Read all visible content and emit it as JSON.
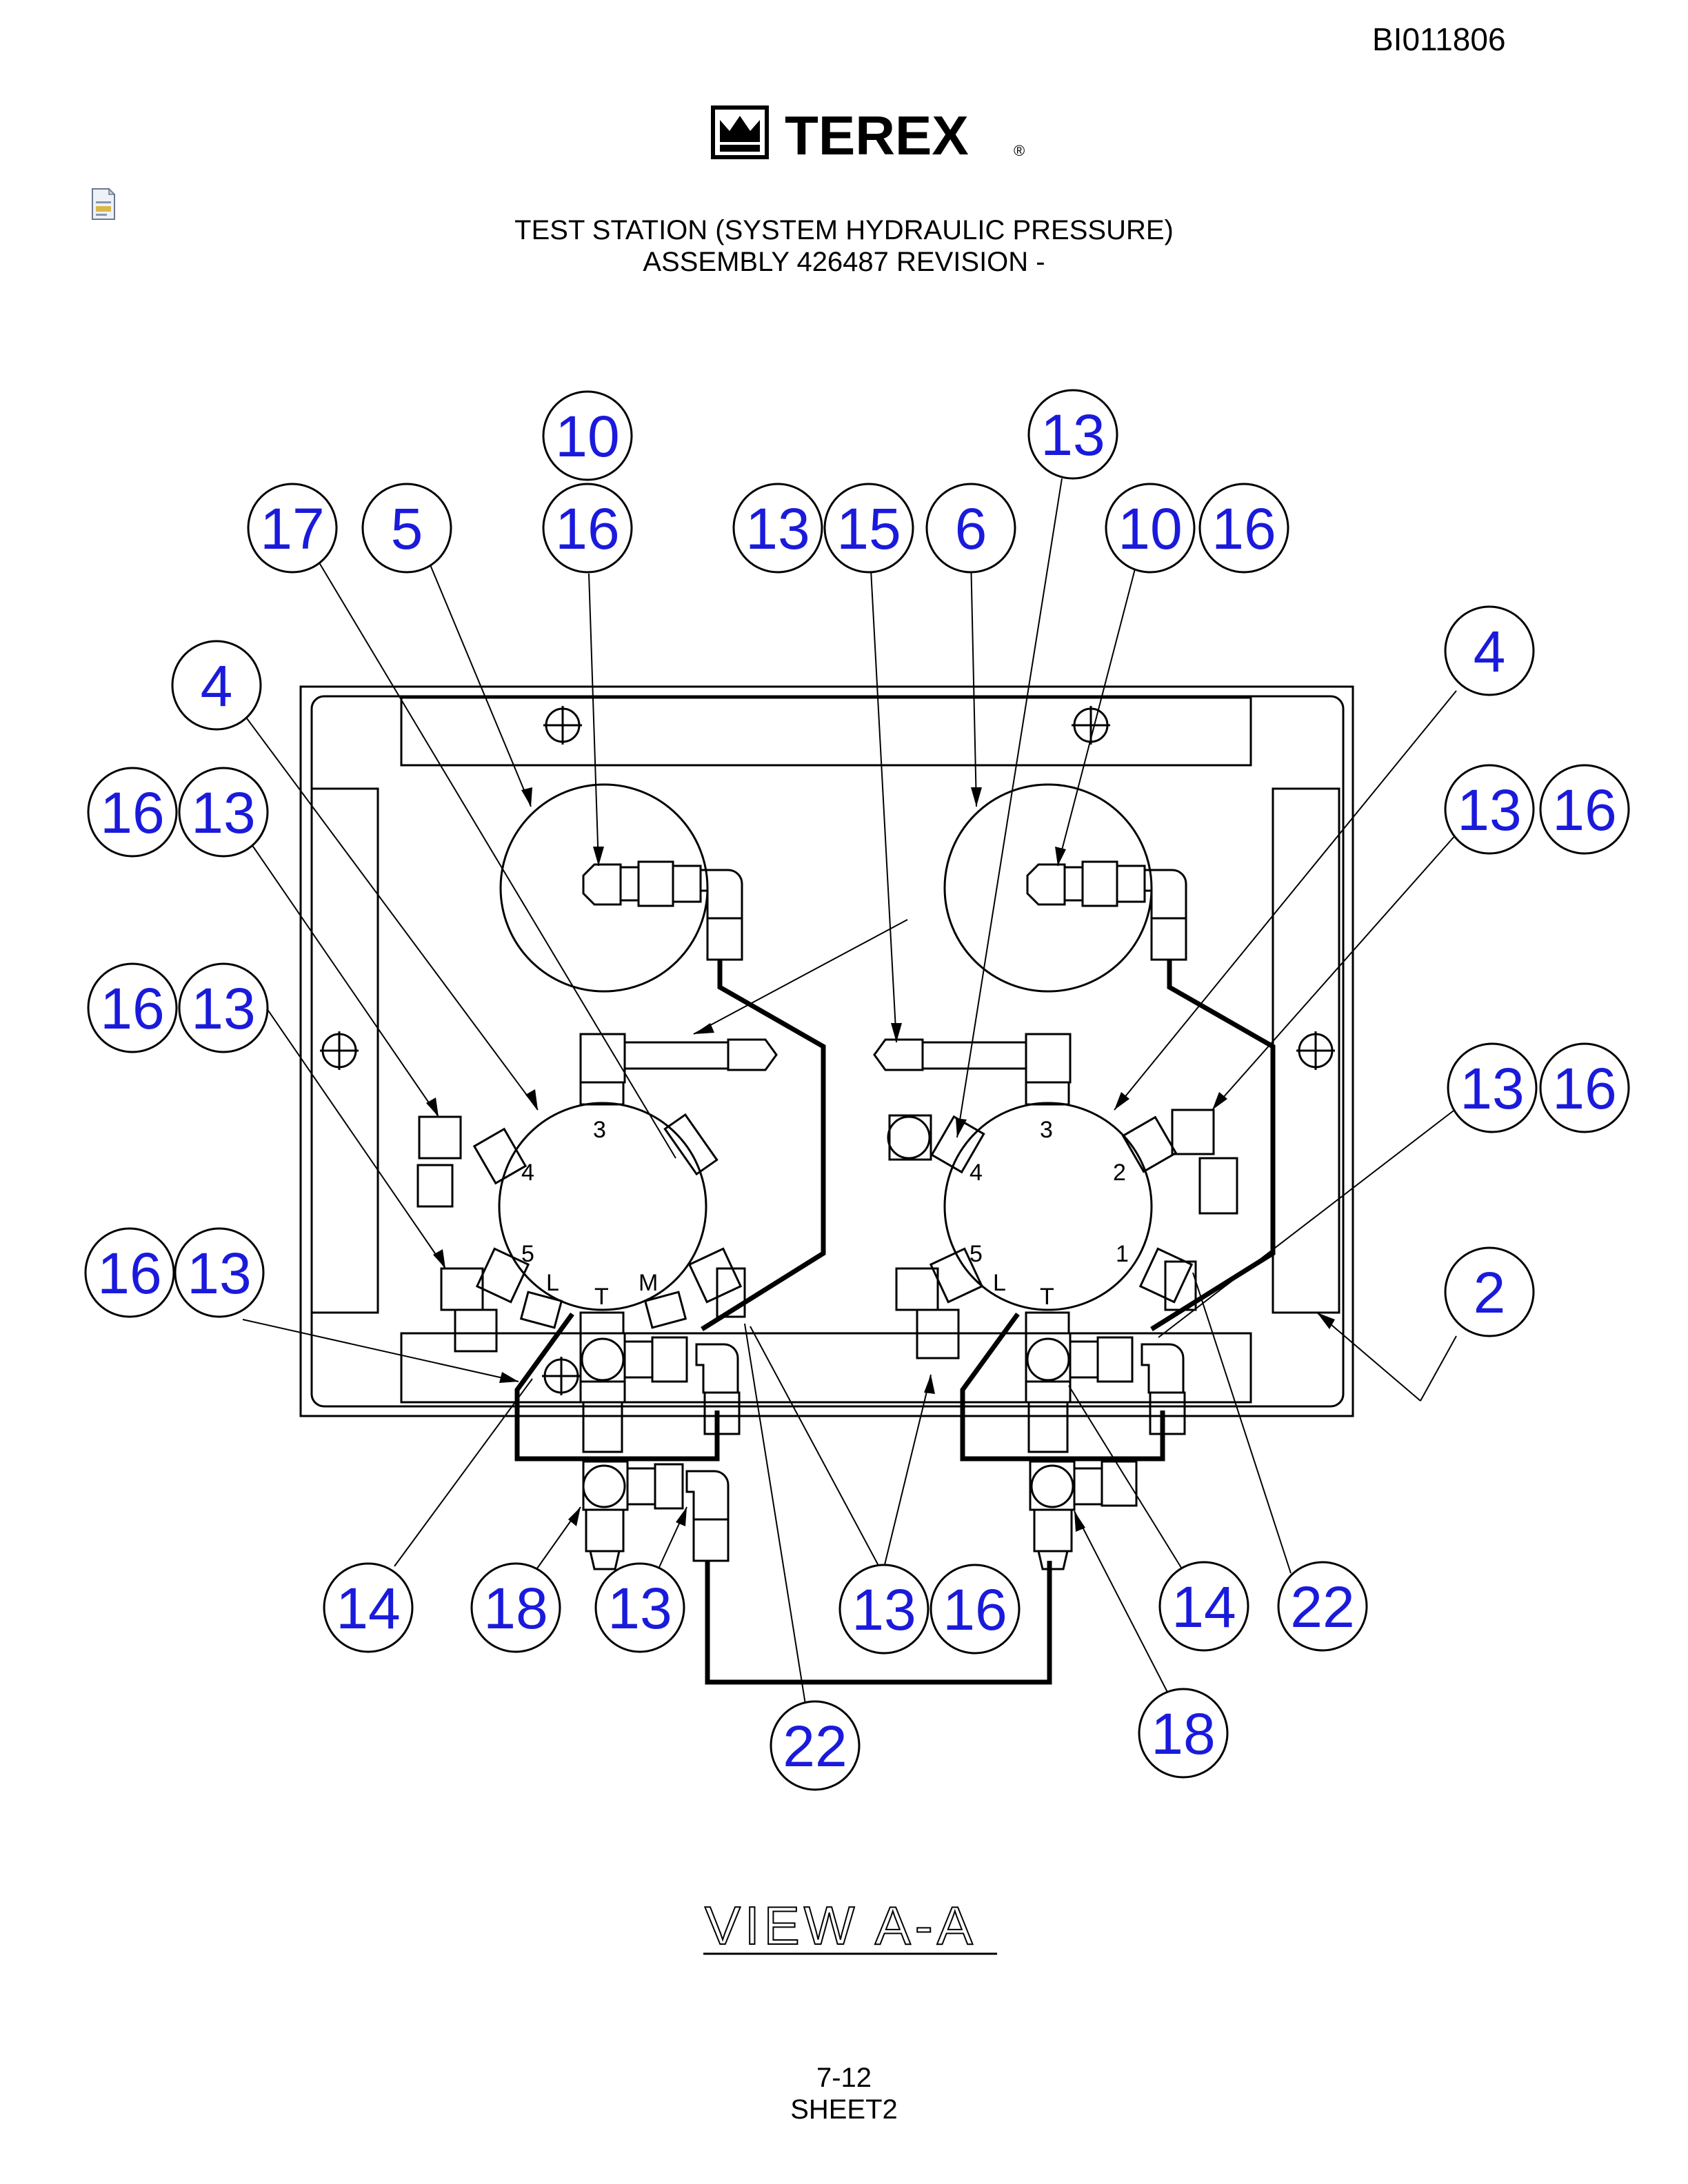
{
  "document_id": "BI011806",
  "brand": {
    "name": "TEREX",
    "registered": "®"
  },
  "title": {
    "line1": "TEST STATION (SYSTEM HYDRAULIC PRESSURE)",
    "line2": "ASSEMBLY 426487 REVISION -"
  },
  "view_label": "VIEW A-A",
  "footer": {
    "page": "7-12",
    "sheet": "SHEET2"
  },
  "manifold_ports": {
    "left": [
      "3",
      "4",
      "5",
      "L",
      "T",
      "M"
    ],
    "right": [
      "3",
      "4",
      "2",
      "5",
      "1",
      "L",
      "T"
    ]
  },
  "callouts": [
    {
      "id": "c1",
      "label": "10"
    },
    {
      "id": "c2",
      "label": "16"
    },
    {
      "id": "c3",
      "label": "17"
    },
    {
      "id": "c4",
      "label": "5"
    },
    {
      "id": "c5",
      "label": "13"
    },
    {
      "id": "c6",
      "label": "15"
    },
    {
      "id": "c7",
      "label": "6"
    },
    {
      "id": "c8",
      "label": "13"
    },
    {
      "id": "c9",
      "label": "10"
    },
    {
      "id": "c10",
      "label": "16"
    },
    {
      "id": "c11",
      "label": "4"
    },
    {
      "id": "c12",
      "label": "16"
    },
    {
      "id": "c13",
      "label": "13"
    },
    {
      "id": "c14",
      "label": "16"
    },
    {
      "id": "c15",
      "label": "13"
    },
    {
      "id": "c16",
      "label": "16"
    },
    {
      "id": "c17",
      "label": "13"
    },
    {
      "id": "c18",
      "label": "4"
    },
    {
      "id": "c19",
      "label": "13"
    },
    {
      "id": "c20",
      "label": "16"
    },
    {
      "id": "c21",
      "label": "13"
    },
    {
      "id": "c22",
      "label": "16"
    },
    {
      "id": "c23",
      "label": "2"
    },
    {
      "id": "c24",
      "label": "14"
    },
    {
      "id": "c25",
      "label": "18"
    },
    {
      "id": "c26",
      "label": "13"
    },
    {
      "id": "c27",
      "label": "13"
    },
    {
      "id": "c28",
      "label": "16"
    },
    {
      "id": "c29",
      "label": "14"
    },
    {
      "id": "c30",
      "label": "22"
    },
    {
      "id": "c31",
      "label": "22"
    },
    {
      "id": "c32",
      "label": "18"
    }
  ],
  "colors": {
    "callout_text": "#1a1adc",
    "line": "#000000"
  }
}
